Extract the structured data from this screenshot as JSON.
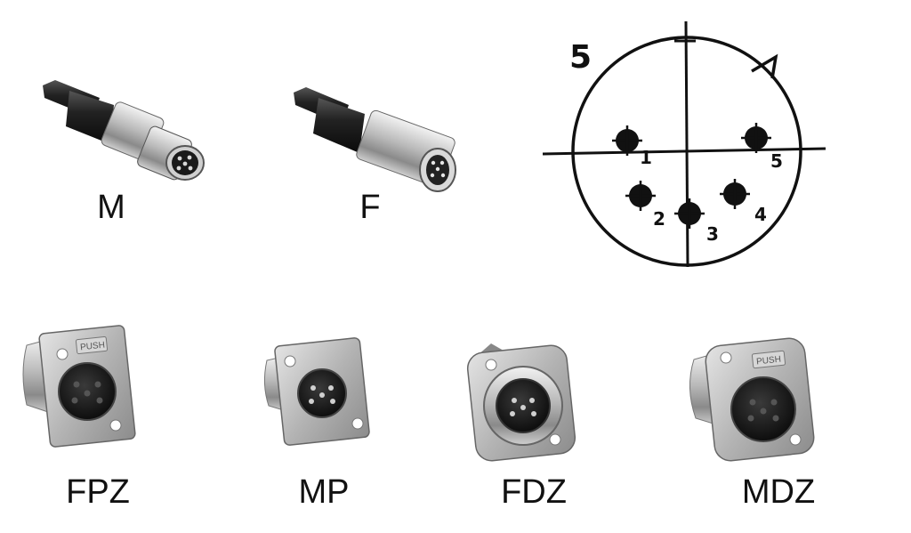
{
  "cable_connectors": [
    {
      "label": "M"
    },
    {
      "label": "F"
    }
  ],
  "pinout_diagram": {
    "number": "5",
    "pins": [
      "1",
      "2",
      "3",
      "4",
      "5"
    ]
  },
  "panel_connectors": [
    {
      "label": "FPZ",
      "push_text": "PUSH"
    },
    {
      "label": "MP"
    },
    {
      "label": "FDZ"
    },
    {
      "label": "MDZ",
      "push_text": "PUSH"
    }
  ]
}
